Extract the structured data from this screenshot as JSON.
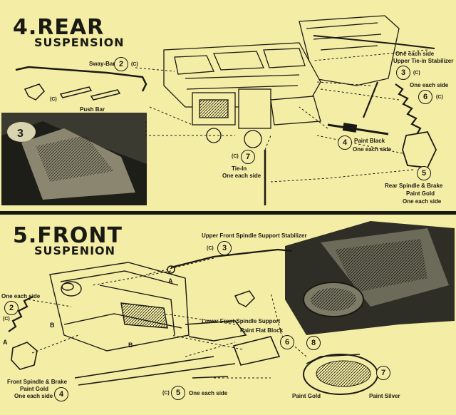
{
  "rear": {
    "heading": "4.REAR",
    "subheading": "SUSPENSION",
    "sway_bar": {
      "label": "Sway-Bar",
      "num": "2",
      "c": "(C)"
    },
    "push_bar": {
      "label": "Push Bar",
      "c": "(C)"
    },
    "stabilizer": {
      "line1": "One each side",
      "line2": "Upper Tie-in Stabilizer",
      "num": "3",
      "c": "(C)"
    },
    "spring": {
      "label": "One each side",
      "num": "6",
      "c": "(C)"
    },
    "paint_black": {
      "line1": "Paint Black",
      "line2": "One each side",
      "num": "4"
    },
    "tie_in": {
      "c": "(C)",
      "num": "7",
      "line1": "Tie-In",
      "line2": "One each side"
    },
    "spindle": {
      "num": "5",
      "line1": "Rear Spindle & Brake",
      "line2": "Paint Gold",
      "line3": "One each side"
    }
  },
  "front": {
    "heading": "5.FRONT",
    "subheading": "SUSPENION",
    "upper_stabilizer": {
      "label": "Upper Front Spindle Support Stabilizer",
      "c": "(C)",
      "num": "3"
    },
    "left_spring": {
      "label": "One each side",
      "num": "2",
      "c": "(C)"
    },
    "lower_support": {
      "label": "Lower Front Spindle Support"
    },
    "flat_black": {
      "label": "Paint Flat Block",
      "num": "6"
    },
    "spindle": {
      "line1": "Front Spindle & Brake",
      "line2": "Paint Gold",
      "line3": "One each side",
      "num": "4"
    },
    "bottom": {
      "c": "(C)",
      "num": "5",
      "label": "One each side"
    },
    "intake": {
      "num8": "8",
      "num7": "7",
      "paint_gold": "Paint Gold",
      "paint_silver": "Paint Silver"
    },
    "markers": {
      "a1": "A",
      "a2": "A",
      "b1": "B",
      "b2": "B"
    }
  }
}
